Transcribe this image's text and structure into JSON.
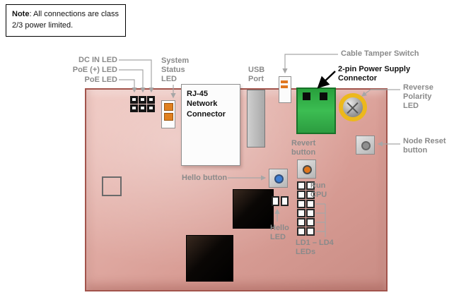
{
  "note": {
    "bold": "Note",
    "rest": ": All connections are class 2/3 power limited."
  },
  "labels": {
    "dc_in_led": "DC IN LED",
    "poe_plus_led": "PoE (+) LED",
    "poe_led": "PoE LED",
    "system_status_led": "System Status LED",
    "usb_port": "USB Port",
    "cable_tamper_switch": "Cable Tamper Switch",
    "power_supply_connector": "2-pin Power Supply Connector",
    "reverse_polarity_led": "Reverse Polarity LED",
    "node_reset_button": "Node Reset button",
    "revert_button": "Revert button",
    "hello_button": "Hello button",
    "hello_led": "Hello LED",
    "run": "Run",
    "cpu": "CPU",
    "ld1_ld4_leds": "LD1 – LD4 LEDs",
    "rj45_connector": "RJ-45 Network Connector"
  },
  "colors": {
    "board_pink": "#d99e96",
    "board_border": "#a2544c",
    "label_gray": "#8a8a8a",
    "leader_line_gray": "#a6a6a6",
    "connector_green": "#2fae44",
    "polarity_ring_yellow": "#ecb81c",
    "revert_cap_orange": "#e0761c",
    "hello_cap_blue": "#3f7fd4",
    "amber_component": "#e08020"
  }
}
